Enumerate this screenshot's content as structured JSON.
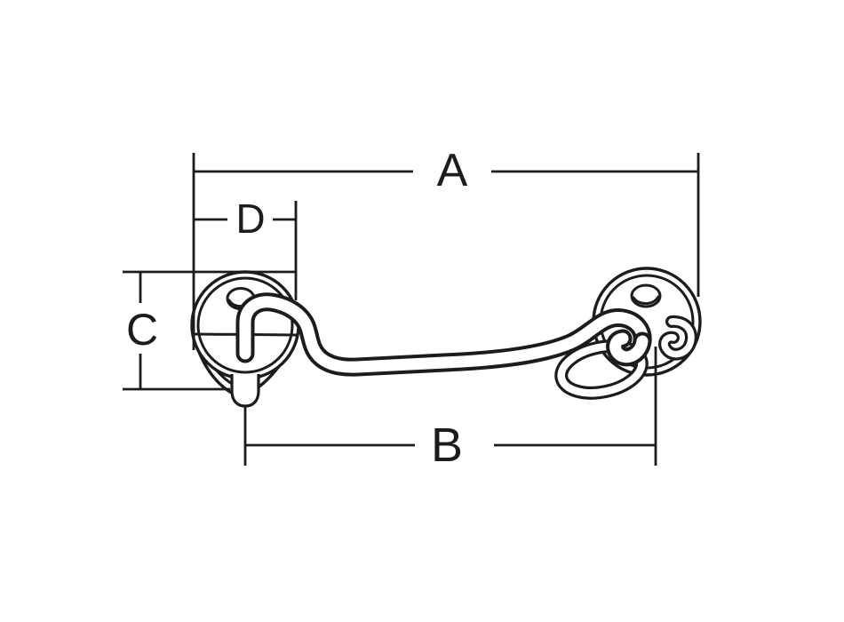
{
  "diagram": {
    "type": "technical-dimension-drawing",
    "labels": {
      "a": "A",
      "b": "B",
      "c": "C",
      "d": "D"
    },
    "colors": {
      "line": "#1c1c1c",
      "background": "#ffffff"
    }
  }
}
